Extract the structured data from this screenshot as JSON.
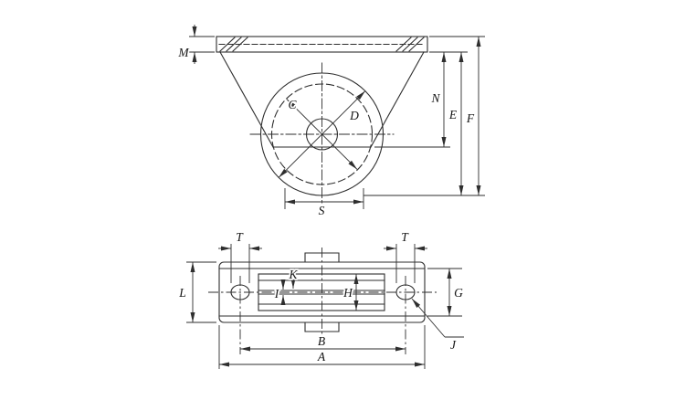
{
  "colors": {
    "background": "#ffffff",
    "line": "#2e2e2e",
    "label": "#151515"
  },
  "front_view": {
    "labels": {
      "m": "M",
      "c": "C",
      "d": "D",
      "n": "N",
      "e": "E",
      "f": "F",
      "s": "S"
    }
  },
  "plan_view": {
    "labels": {
      "t_left": "T",
      "t_right": "T",
      "k": "K",
      "l": "L",
      "i": "I",
      "h": "H",
      "g": "G",
      "j": "J",
      "b": "B",
      "a": "A"
    }
  }
}
